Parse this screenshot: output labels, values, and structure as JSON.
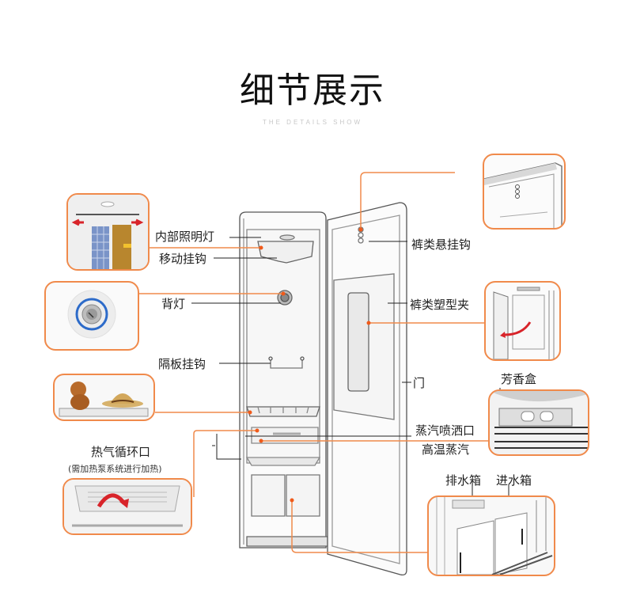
{
  "header": {
    "title": "细节展示",
    "subtitle": "THE DETAILS SHOW"
  },
  "colors": {
    "accent": "#f08a4b",
    "leader_dark": "#222222",
    "outline": "#555555",
    "subtitle": "#c8c8c8"
  },
  "callouts": {
    "interior_light": "内部照明灯",
    "moving_hanger": "移动挂钩",
    "back_light": "背灯",
    "shelf_hook": "隔板挂钩",
    "hot_air_vent": "热气循环口",
    "hot_air_note": "(需加热泵系统进行加热)",
    "pants_hanger": "裤类悬挂钩",
    "pants_press": "裤类塑型夹",
    "door": "门",
    "aroma_box": "芳香盒",
    "steam_nozzle": "蒸汽喷洒口",
    "high_temp_steam": "高温蒸汽",
    "drain_tank": "排水箱",
    "water_tank": "进水箱"
  },
  "thumbnails": [
    {
      "name": "hanger-closeup",
      "depicts": "moving hangers with shirt and coat"
    },
    {
      "name": "back-light-closeup",
      "depicts": "circular back light button"
    },
    {
      "name": "shelf-closeup",
      "depicts": "teddy bear and hat on shelf"
    },
    {
      "name": "hot-air-vent-closeup",
      "depicts": "vent with red circulation arrow"
    },
    {
      "name": "pants-hanger-closeup",
      "depicts": "door top with pants hanger"
    },
    {
      "name": "pants-press-closeup",
      "depicts": "pants press panel with red arrow"
    },
    {
      "name": "aroma-box-closeup",
      "depicts": "aroma box on vent grille"
    },
    {
      "name": "water-tanks-closeup",
      "depicts": "drain and water tanks"
    }
  ]
}
